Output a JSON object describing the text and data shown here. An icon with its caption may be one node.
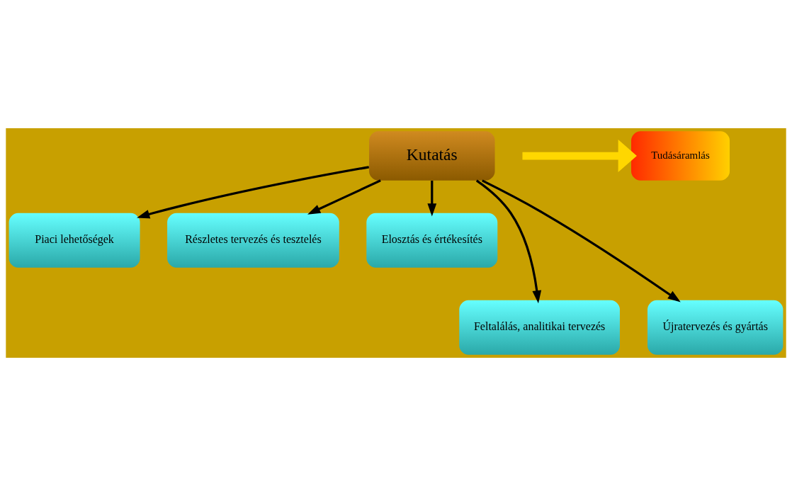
{
  "diagram": {
    "nodes": [
      {
        "text": [
          "Kutatás"
        ]
      },
      {
        "text": [
          "Piaci lehetőségek"
        ]
      },
      {
        "text": [
          "Részletes tervezés és tesztelés"
        ]
      },
      {
        "text": [
          "Elosztás és értékesítés"
        ]
      },
      {
        "text": [
          "Feltalálás, analitikai tervezés"
        ]
      },
      {
        "text": [
          "Újratervezés és gyártás"
        ]
      },
      {
        "text": [
          "Tudásáramlás"
        ]
      }
    ],
    "edges": [
      {
        "from": 0,
        "to": 1,
        "arrow": "to"
      },
      {
        "from": 0,
        "to": 2,
        "arrow": "to"
      },
      {
        "from": 0,
        "to": 3,
        "arrow": "to"
      },
      {
        "from": 0,
        "to": 4,
        "arrow": "to"
      },
      {
        "from": 0,
        "to": 5,
        "arrow": "to"
      },
      {
        "from": null,
        "to": 6,
        "arrow": "to",
        "style": "thick",
        "color": "#ffd700"
      }
    ]
  }
}
